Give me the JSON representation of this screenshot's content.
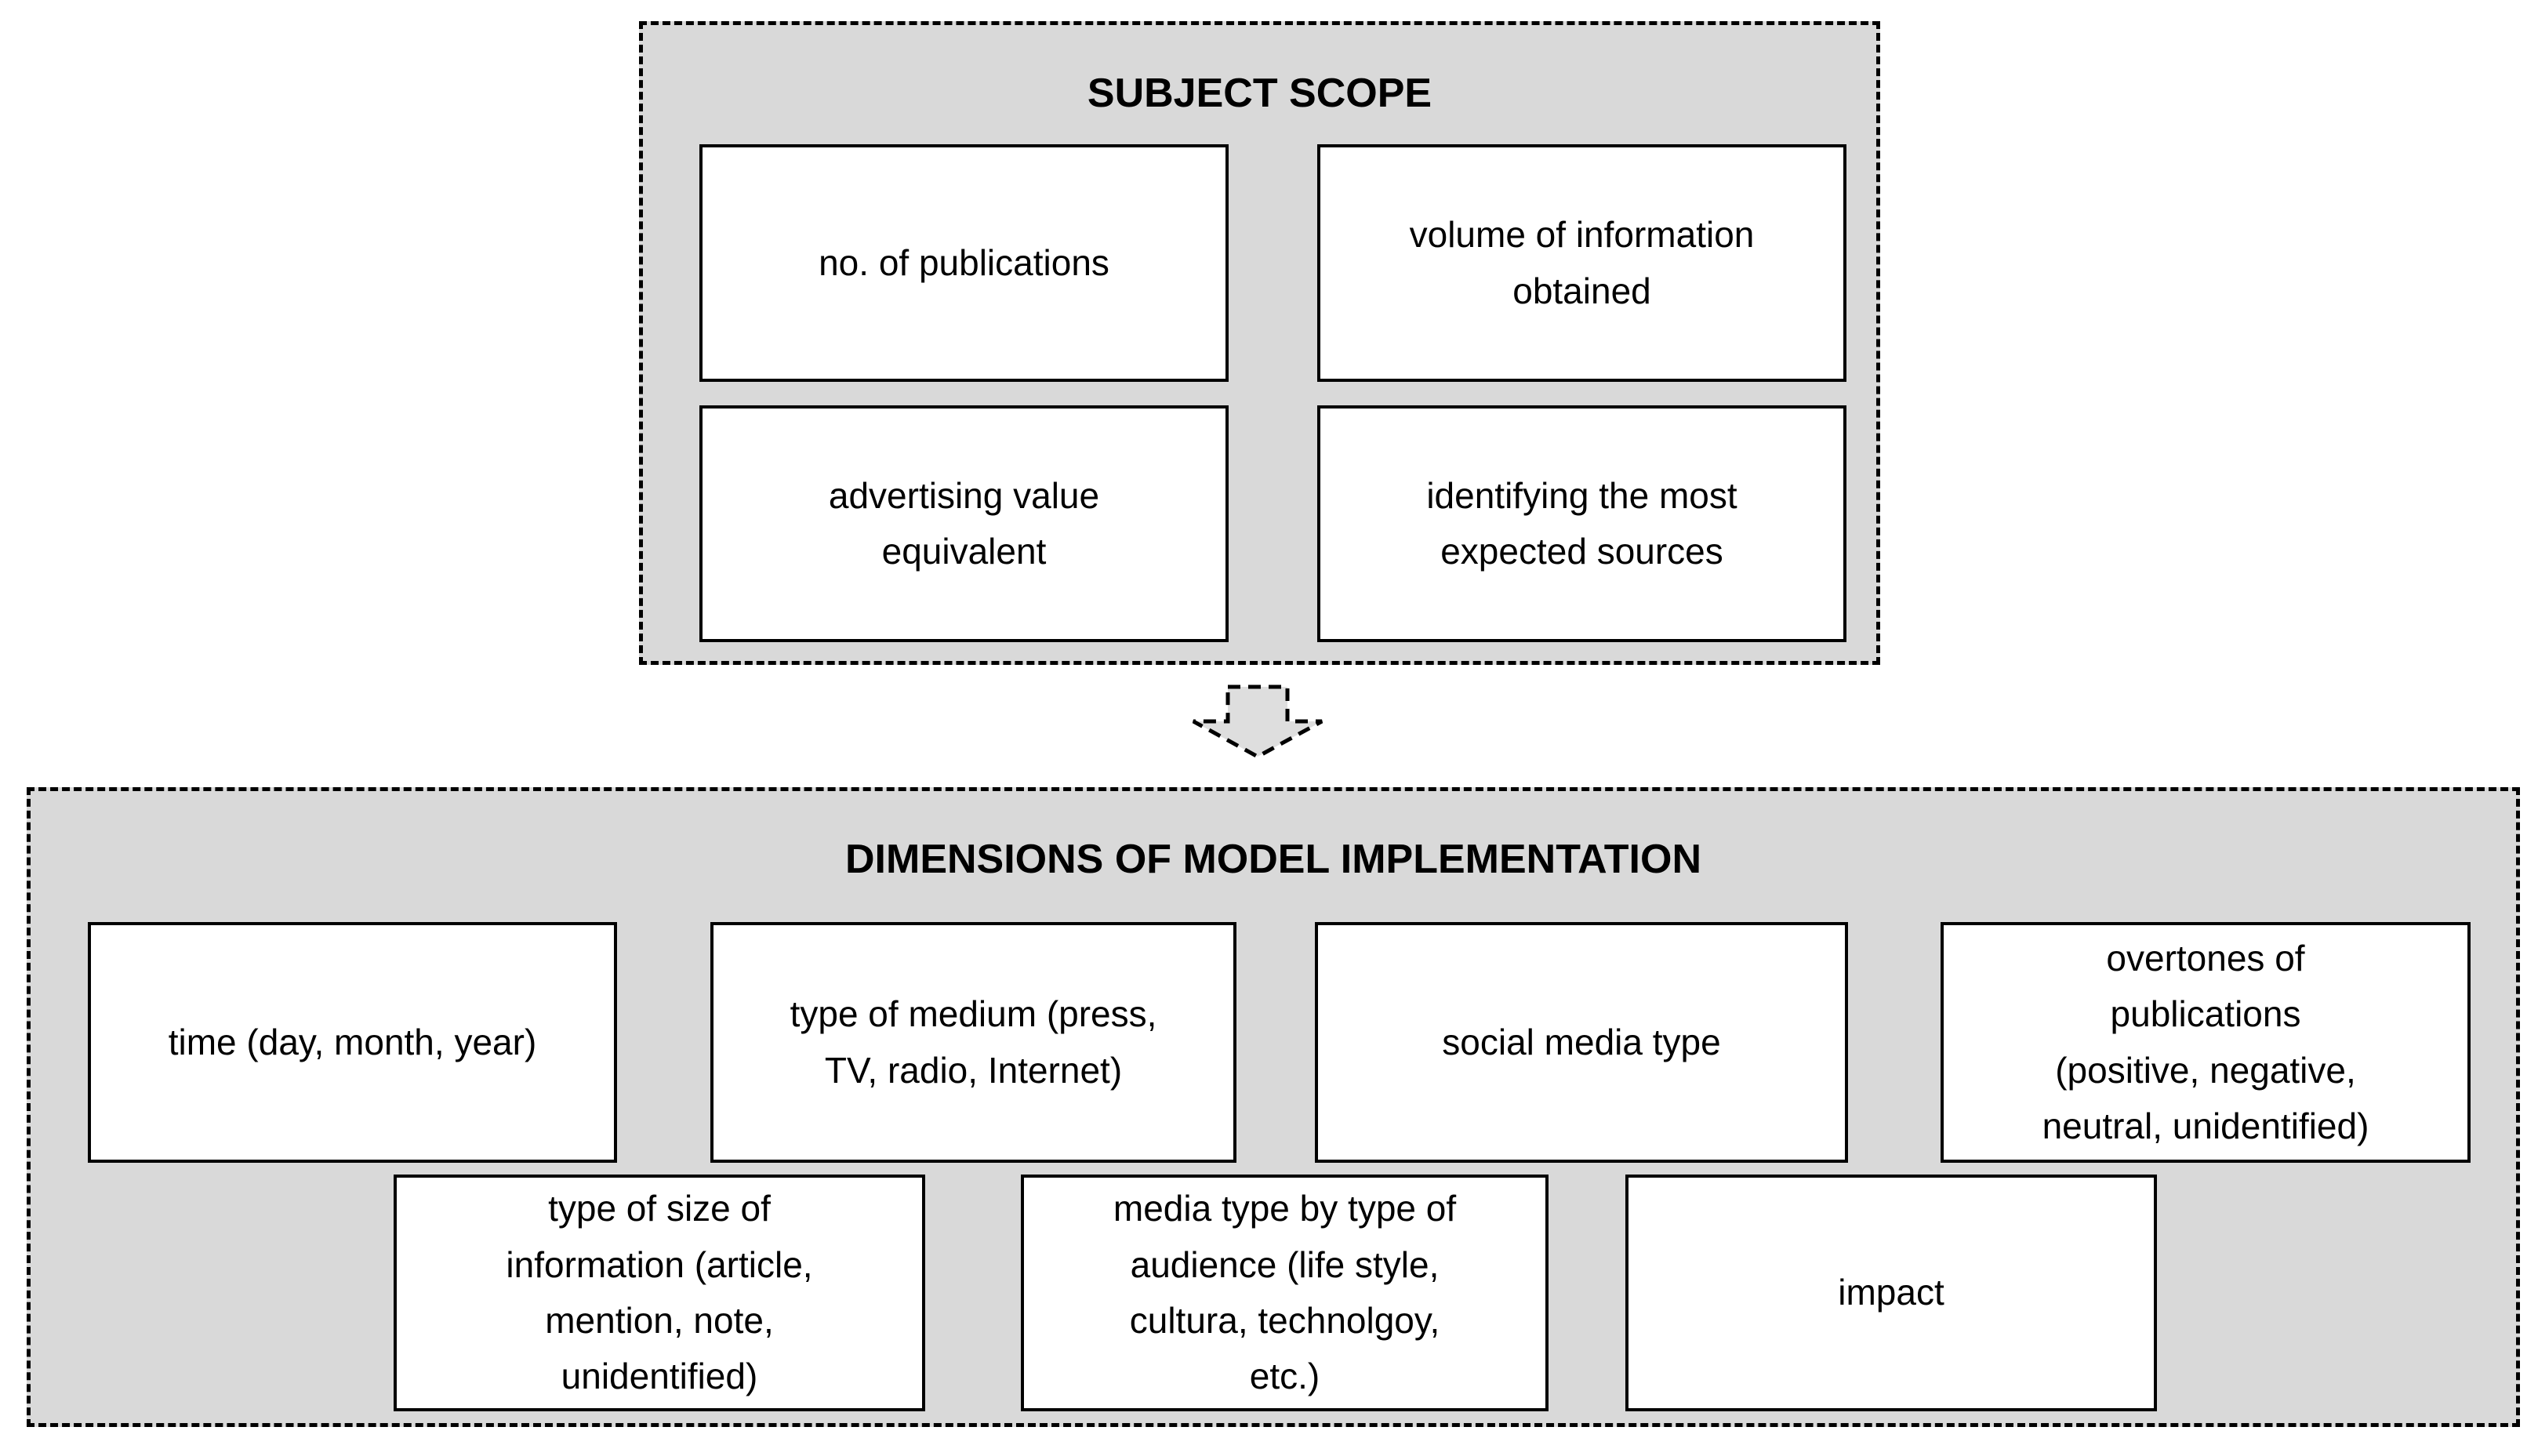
{
  "subject_scope": {
    "title": "SUBJECT SCOPE",
    "boxes": [
      {
        "label": "no. of publications"
      },
      {
        "label": "volume of information\nobtained"
      },
      {
        "label": "advertising value\nequivalent"
      },
      {
        "label": "identifying the most\nexpected sources"
      }
    ]
  },
  "connector": {
    "icon": "down-block-arrow-dashed"
  },
  "dimensions_of_model_implementation": {
    "title": "DIMENSIONS OF MODEL IMPLEMENTATION",
    "row1": [
      {
        "label": "time (day, month, year)"
      },
      {
        "label": "type of medium (press,\nTV, radio, Internet)"
      },
      {
        "label": "social media type"
      },
      {
        "label": "overtones of\npublications\n(positive, negative,\nneutral, unidentified)"
      }
    ],
    "row2": [
      {
        "label": "type of size of\ninformation (article,\nmention, note,\nunidentified)"
      },
      {
        "label": "media type by type of\naudience (life style,\ncultura, technolgoy,\netc.)"
      },
      {
        "label": "impact"
      }
    ]
  },
  "colors": {
    "section_background": "#d9d9d9",
    "box_background": "#ffffff",
    "border": "#000000",
    "arrow_fill": "#dedede"
  }
}
